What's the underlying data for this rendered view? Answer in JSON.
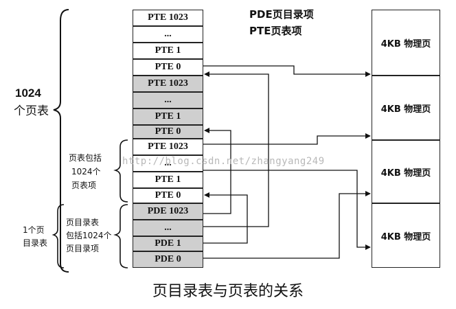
{
  "legend": {
    "pde": "PDE页目录项",
    "pte": "PTE页表项"
  },
  "entries": [
    "PTE 1023",
    "...",
    "PTE 1",
    "PTE 0",
    "PTE 1023",
    "...",
    "PTE 1",
    "PTE 0",
    "PTE 1023",
    "...",
    "PTE 1",
    "PTE 0",
    "PDE 1023",
    "...",
    "PDE 1",
    "PDE 0"
  ],
  "pages": [
    "4KB 物理页",
    "4KB 物理页",
    "4KB 物理页",
    "4KB 物理页"
  ],
  "labels": {
    "count_number": "1024",
    "count_unit": "个页表",
    "table_contains": [
      "页表包括",
      "1024个",
      "页表项"
    ],
    "dir_count": [
      "1个页",
      "目录表"
    ],
    "dir_contains": [
      "页目录表",
      "包括1024个",
      "页目录项"
    ]
  },
  "watermark": "http://blog.csdn.net/zhangyang249",
  "caption": "页目录表与页表的关系"
}
